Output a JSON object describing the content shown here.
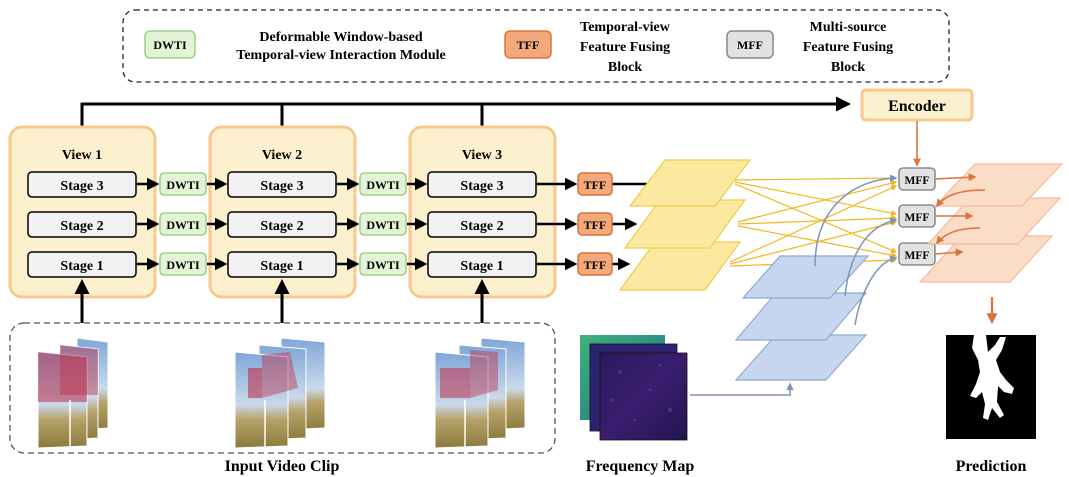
{
  "legend": {
    "dwti_badge": "DWTI",
    "dwti_line1": "Deformable Window-based",
    "dwti_line2": "Temporal-view Interaction Module",
    "tff_badge": "TFF",
    "tff_line1": "Temporal-view",
    "tff_line2": "Feature Fusing",
    "tff_line3": "Block",
    "mff_badge": "MFF",
    "mff_line1": "Multi-source",
    "mff_line2": "Feature Fusing",
    "mff_line3": "Block"
  },
  "views": [
    {
      "title": "View 1",
      "stages": [
        "Stage 3",
        "Stage 2",
        "Stage 1"
      ]
    },
    {
      "title": "View 2",
      "stages": [
        "Stage 3",
        "Stage 2",
        "Stage 1"
      ]
    },
    {
      "title": "View 3",
      "stages": [
        "Stage 3",
        "Stage 2",
        "Stage 1"
      ]
    }
  ],
  "dwti_label": "DWTI",
  "tff_label": "TFF",
  "mff_label": "MFF",
  "encoder_label": "Encoder",
  "captions": {
    "input": "Input Video Clip",
    "frequency": "Frequency Map",
    "prediction": "Prediction"
  },
  "colors": {
    "view_fill": "#fdf0cf",
    "view_stroke": "#f6c88f",
    "stage_fill": "#f2f2f2",
    "dwti_fill": "#e3f3d6",
    "dwti_stroke": "#9fcf85",
    "tff_fill": "#f4a97a",
    "tff_stroke": "#d9743b",
    "mff_fill": "#e2e2e2",
    "yellow_feature": "#fbe9a0",
    "blue_feature": "#c7d6ef",
    "peach_feature": "#fbdcc7",
    "arrow_orange": "#d9743b",
    "arrow_gold": "#f2b51b",
    "arrow_slate": "#7f93b5"
  }
}
